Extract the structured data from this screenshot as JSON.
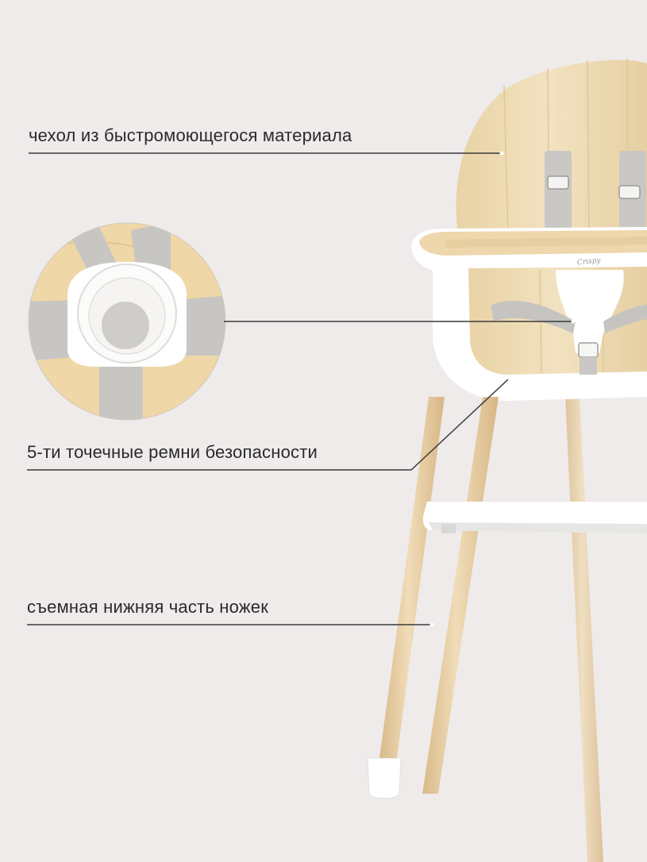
{
  "callouts": {
    "cover": "чехол из быстромоющегося материала",
    "harness": "5-ти точечные ремни безопасности",
    "legs": "съемная нижняя часть ножек"
  },
  "brand": "Crispy",
  "colors": {
    "background": "#eeebea",
    "seat_cover": "#eedcb5",
    "plastic": "#ffffff",
    "straps": "#c8c6c2",
    "wood": "#e7cda4",
    "line": "#3a3a3a"
  }
}
